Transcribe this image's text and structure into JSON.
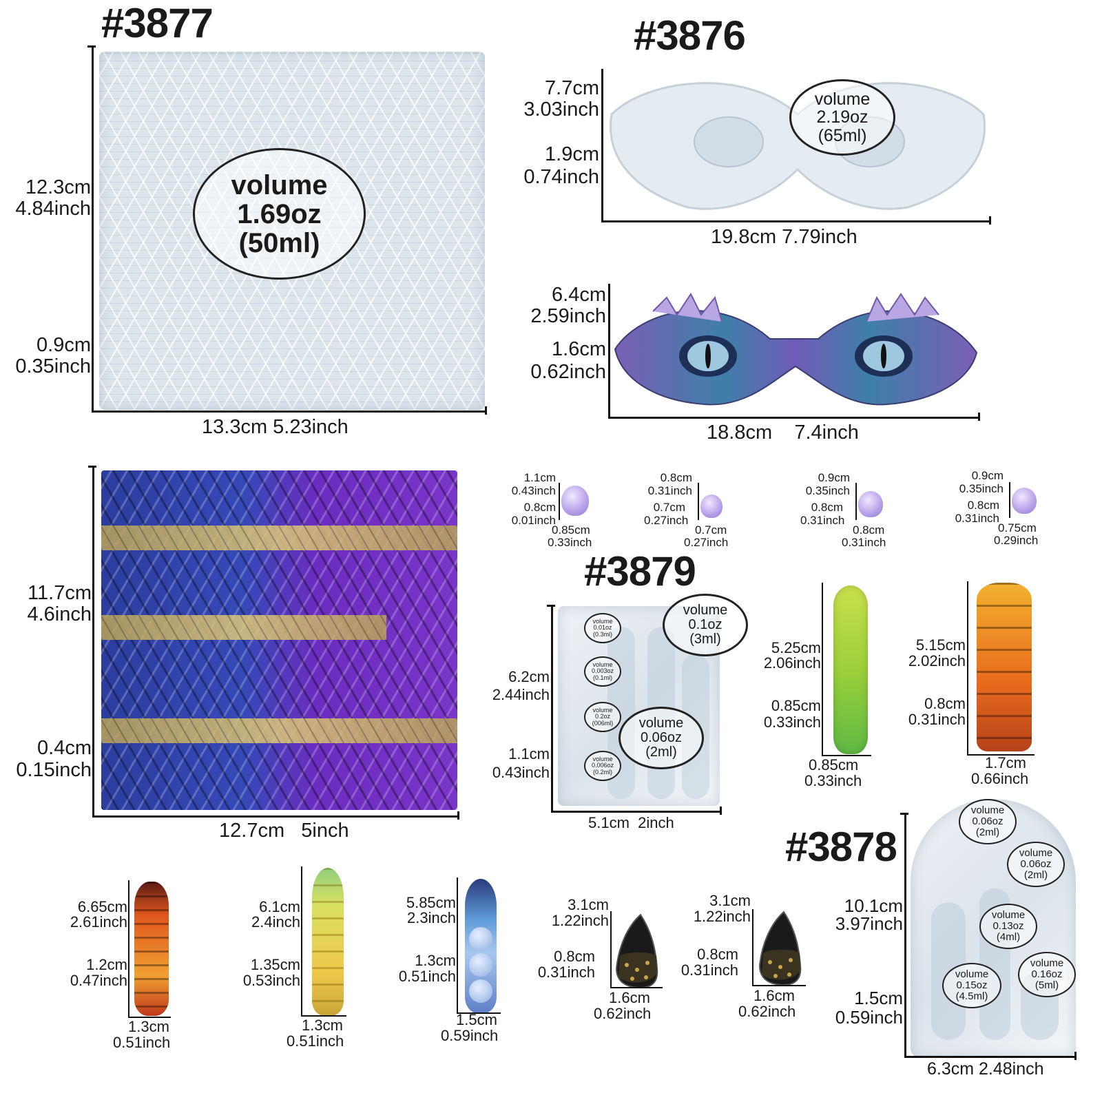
{
  "p3877": {
    "title": "#3877",
    "bubble": [
      "volume",
      "1.69oz",
      "(50ml)"
    ],
    "height_cm": "12.3cm",
    "height_in": "4.84inch",
    "depth_cm": "0.9cm",
    "depth_in": "0.35inch",
    "width": "13.3cm 5.23inch",
    "panel2_height_cm": "11.7cm",
    "panel2_height_in": "4.6inch",
    "panel2_depth_cm": "0.4cm",
    "panel2_depth_in": "0.15inch",
    "panel2_width": "12.7cm   5inch"
  },
  "p3876": {
    "title": "#3876",
    "bubble": [
      "volume",
      "2.19oz",
      "(65ml)"
    ],
    "height_cm": "7.7cm",
    "height_in": "3.03inch",
    "depth_cm": "1.9cm",
    "depth_in": "0.74inch",
    "width": "19.8cm 7.79inch",
    "mask_height_cm": "6.4cm",
    "mask_height_in": "2.59inch",
    "mask_depth_cm": "1.6cm",
    "mask_depth_in": "0.62inch",
    "mask_width": "18.8cm    7.4inch"
  },
  "p3879": {
    "title": "#3879",
    "bubble_big": [
      "volume",
      "0.1oz",
      "(3ml)"
    ],
    "bubble_mid": [
      "volume",
      "0.06oz",
      "(2ml)"
    ],
    "bubble_small": [
      [
        "volume",
        "0.01oz",
        "(0.3ml)"
      ],
      [
        "volume",
        "0.003oz",
        "(0.1ml)"
      ],
      [
        "volume",
        "0.2oz",
        "(006ml)"
      ],
      [
        "volume",
        "0.006oz",
        "(0.2ml)"
      ]
    ],
    "height_cm": "6.2cm",
    "height_in": "2.44inch",
    "depth_cm": "1.1cm",
    "depth_in": "0.43inch",
    "width": "5.1cm  2inch",
    "eggs": [
      {
        "h_cm": "1.1cm",
        "h_in": "0.43inch",
        "d_cm": "0.8cm",
        "d_in": "0.01inch",
        "w_cm": "0.85cm",
        "w_in": "0.33inch"
      },
      {
        "h_cm": "0.8cm",
        "h_in": "0.31inch",
        "d_cm": "0.7cm",
        "d_in": "0.27inch",
        "w_cm": "0.7cm",
        "w_in": "0.27inch"
      },
      {
        "h_cm": "0.9cm",
        "h_in": "0.35inch",
        "d_cm": "0.8cm",
        "d_in": "0.31inch",
        "w_cm": "0.8cm",
        "w_in": "0.31inch"
      },
      {
        "h_cm": "0.9cm",
        "h_in": "0.35inch",
        "d_cm": "0.8cm",
        "d_in": "0.31inch",
        "w_cm": "0.75cm",
        "w_in": "0.29inch"
      }
    ],
    "spike_green": {
      "h_cm": "5.25cm",
      "h_in": "2.06inch",
      "d_cm": "0.85cm",
      "d_in": "0.33inch",
      "w_cm": "0.85cm",
      "w_in": "0.33inch"
    },
    "spike_orange": {
      "h_cm": "5.15cm",
      "h_in": "2.02inch",
      "d_cm": "0.8cm",
      "d_in": "0.31inch",
      "w_cm": "1.7cm",
      "w_in": "0.66inch"
    }
  },
  "p3878": {
    "title": "#3878",
    "bubbles": [
      [
        "volume",
        "0.06oz",
        "(2ml)"
      ],
      [
        "volume",
        "0.06oz",
        "(2ml)"
      ],
      [
        "volume",
        "0.13oz",
        "(4ml)"
      ],
      [
        "volume",
        "0.15oz",
        "(4.5ml)"
      ],
      [
        "volume",
        "0.16oz",
        "(5ml)"
      ]
    ],
    "height_cm": "10.1cm",
    "height_in": "3.97inch",
    "depth_cm": "1.5cm",
    "depth_in": "0.59inch",
    "width": "6.3cm 2.48inch"
  },
  "bottom_items": [
    {
      "h_cm": "6.65cm",
      "h_in": "2.61inch",
      "d_cm": "1.2cm",
      "d_in": "0.47inch",
      "w_cm": "1.3cm",
      "w_in": "0.51inch"
    },
    {
      "h_cm": "6.1cm",
      "h_in": "2.4inch",
      "d_cm": "1.35cm",
      "d_in": "0.53inch",
      "w_cm": "1.3cm",
      "w_in": "0.51inch"
    },
    {
      "h_cm": "5.85cm",
      "h_in": "2.3inch",
      "d_cm": "1.3cm",
      "d_in": "0.51inch",
      "w_cm": "1.5cm",
      "w_in": "0.59inch"
    },
    {
      "h_cm": "3.1cm",
      "h_in": "1.22inch",
      "d_cm": "0.8cm",
      "d_in": "0.31inch",
      "w_cm": "1.6cm",
      "w_in": "0.62inch"
    },
    {
      "h_cm": "3.1cm",
      "h_in": "1.22inch",
      "d_cm": "0.8cm",
      "d_in": "0.31inch",
      "w_cm": "1.6cm",
      "w_in": "0.62inch"
    }
  ],
  "colors": {
    "line": "#111111",
    "clear_mold": "#dde5ec",
    "blue_scale": "#3549b8",
    "purple_scale": "#7a34c9",
    "gold_scale": "#d8c072"
  }
}
